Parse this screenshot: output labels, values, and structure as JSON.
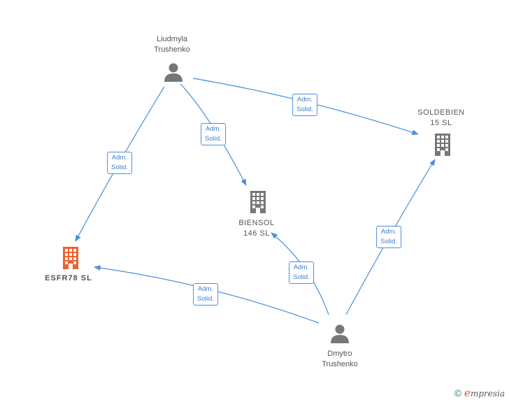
{
  "nodes": {
    "liudmyla": {
      "name_line1": "Liudmyla",
      "name_line2": "Trushenko",
      "icon": "person-icon"
    },
    "dmytro": {
      "name_line1": "Dmytro",
      "name_line2": "Trushenko",
      "icon": "person-icon"
    },
    "soldebien": {
      "name_line1": "SOLDEBIEN",
      "name_line2": "15  SL",
      "icon": "building-icon"
    },
    "biensol": {
      "name_line1": "BIENSOL",
      "name_line2": "146  SL",
      "icon": "building-icon"
    },
    "esfr78": {
      "name_line1": "ESFR78  SL",
      "icon": "building-icon"
    }
  },
  "edges": [
    {
      "id": "liudmyla-soldebien",
      "line1": "Adm.",
      "line2": "Solid."
    },
    {
      "id": "liudmyla-biensol",
      "line1": "Adm.",
      "line2": "Solid."
    },
    {
      "id": "liudmyla-esfr78",
      "line1": "Adm.",
      "line2": "Solid."
    },
    {
      "id": "dmytro-soldebien",
      "line1": "Adm.",
      "line2": "Solid."
    },
    {
      "id": "dmytro-biensol",
      "line1": "Adm.",
      "line2": "Solid."
    },
    {
      "id": "dmytro-esfr78",
      "line1": "Adm.",
      "line2": "Solid."
    }
  ],
  "colors": {
    "edge": "#4a8fdb",
    "node_gray": "#777777",
    "focus_company": "#f0622d"
  },
  "footer": {
    "copyright_symbol": "©",
    "brand_first": "e",
    "brand_rest": "mpresia"
  }
}
